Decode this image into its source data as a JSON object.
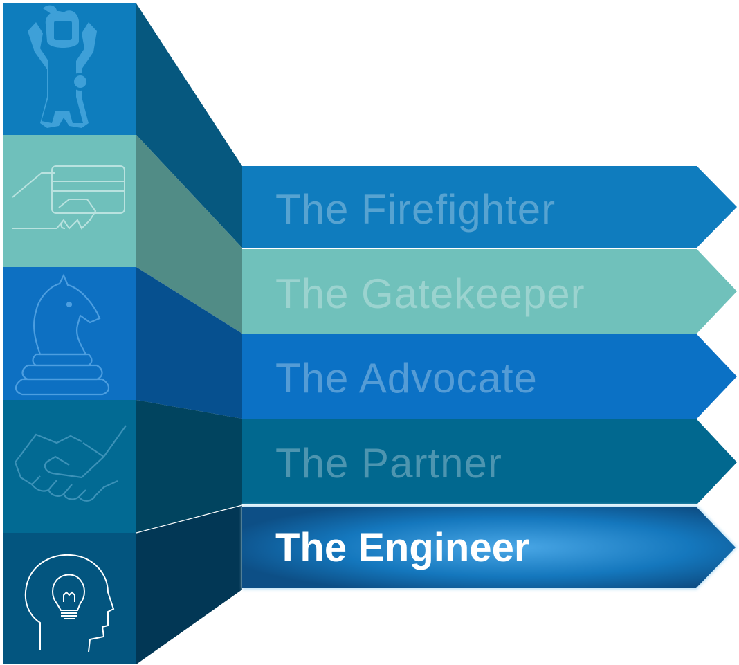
{
  "diagram": {
    "stages": [
      {
        "label": "The Firefighter",
        "icon": "firefighter-icon",
        "tile_color": "#0e7dbd",
        "banner_color": "#0f7cbe",
        "active": false
      },
      {
        "label": "The Gatekeeper",
        "icon": "card-in-hand-icon",
        "tile_color": "#6fc0bb",
        "banner_color": "#70c1bb",
        "active": false
      },
      {
        "label": "The Advocate",
        "icon": "chess-knight-icon",
        "tile_color": "#0d70c2",
        "banner_color": "#0b71c5",
        "active": false
      },
      {
        "label": "The Partner",
        "icon": "handshake-icon",
        "tile_color": "#026a93",
        "banner_color": "#01688f",
        "active": false
      },
      {
        "label": "The Engineer",
        "icon": "lightbulb-head-icon",
        "tile_color": "#03557f",
        "banner_color": "#0f5c93",
        "active": true
      }
    ]
  }
}
